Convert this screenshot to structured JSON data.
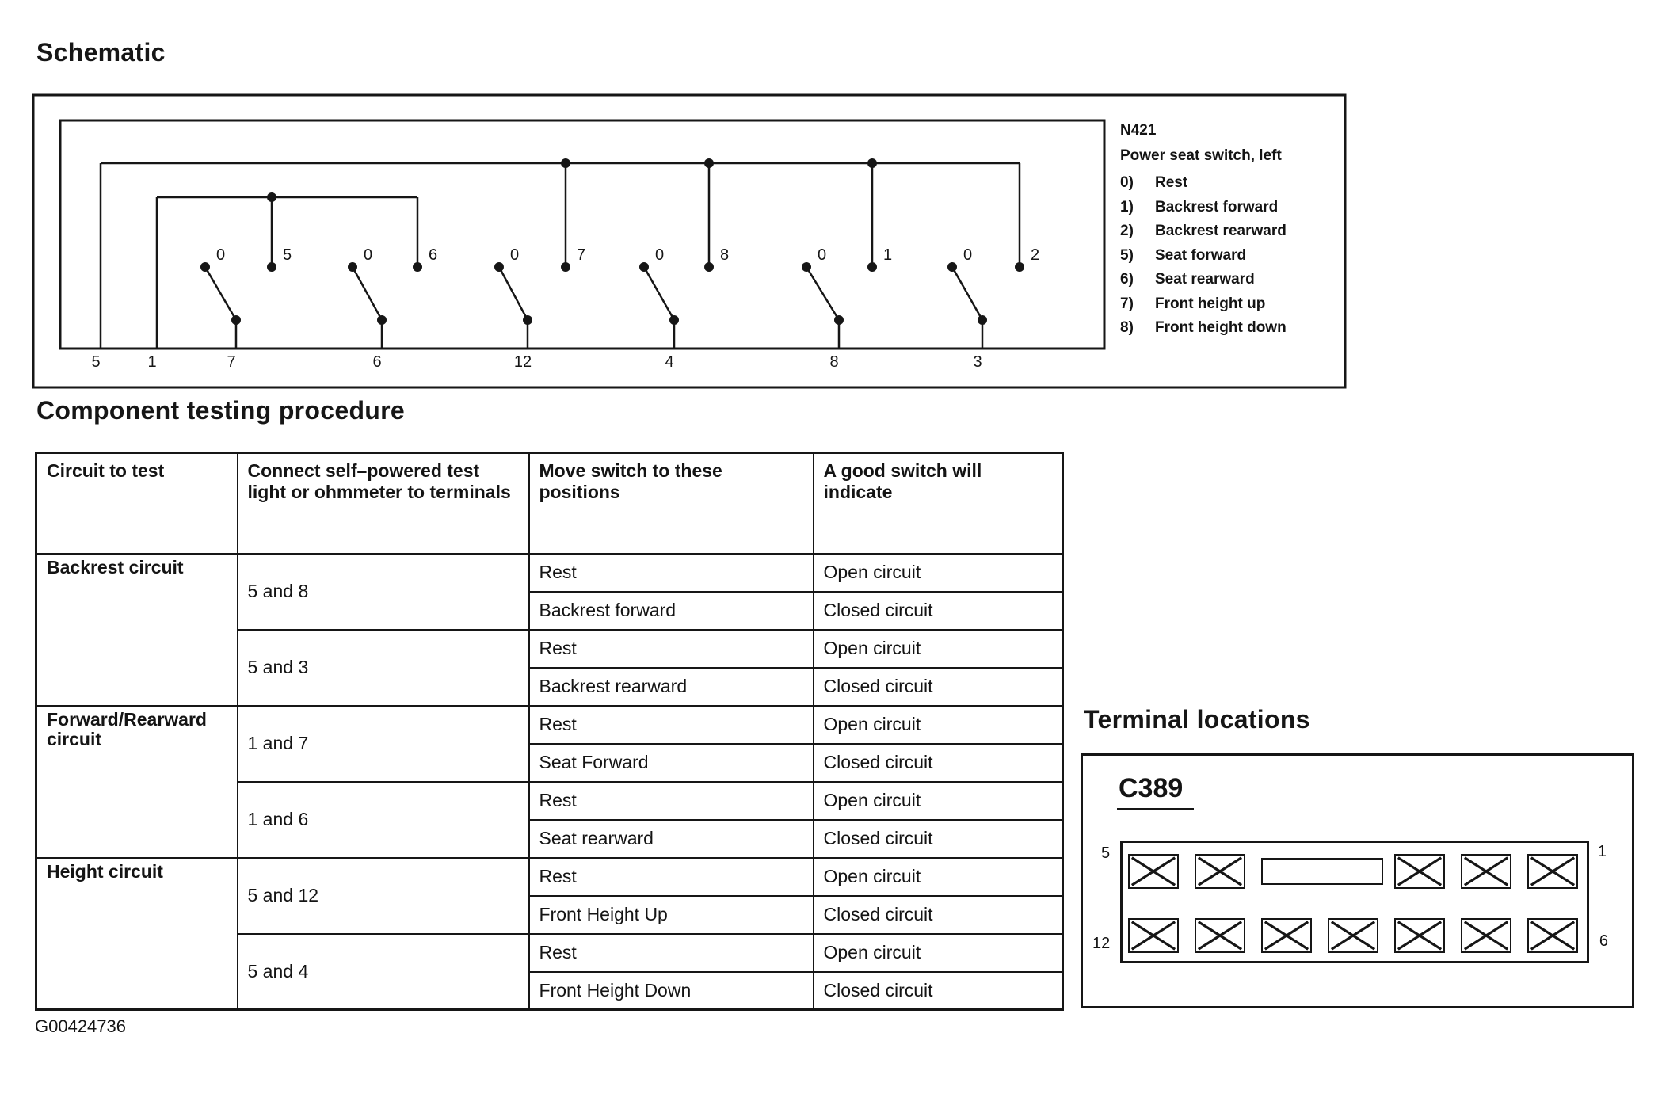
{
  "page": {
    "schematic_title": "Schematic",
    "testing_title": "Component testing procedure",
    "terminal_title": "Terminal locations",
    "figure_id": "G00424736"
  },
  "schematic": {
    "legend": {
      "code": "N421",
      "name": "Power seat switch, left",
      "items": [
        {
          "num": "0)",
          "label": "Rest"
        },
        {
          "num": "1)",
          "label": "Backrest forward"
        },
        {
          "num": "2)",
          "label": "Backrest rearward"
        },
        {
          "num": "5)",
          "label": "Seat forward"
        },
        {
          "num": "6)",
          "label": "Seat rearward"
        },
        {
          "num": "7)",
          "label": "Front height up"
        },
        {
          "num": "8)",
          "label": "Front height down"
        }
      ]
    },
    "contact_labels": [
      "0",
      "5",
      "0",
      "6",
      "0",
      "7",
      "0",
      "8",
      "0",
      "1",
      "0",
      "2"
    ],
    "bottom_terminals": [
      "5",
      "1",
      "7",
      "6",
      "12",
      "4",
      "8",
      "3"
    ]
  },
  "testing": {
    "headers": [
      "Circuit to test",
      "Connect self–powered test light or ohmmeter to terminals",
      "Move switch to these positions",
      "A good switch will indicate"
    ],
    "groups": [
      {
        "circuit": "Backrest circuit",
        "subs": [
          {
            "terminals": "5 and 8",
            "rows": [
              {
                "position": "Rest",
                "result": "Open circuit"
              },
              {
                "position": "Backrest forward",
                "result": "Closed circuit"
              }
            ]
          },
          {
            "terminals": "5 and 3",
            "rows": [
              {
                "position": "Rest",
                "result": "Open circuit"
              },
              {
                "position": "Backrest rearward",
                "result": "Closed circuit"
              }
            ]
          }
        ]
      },
      {
        "circuit": "Forward/Rearward circuit",
        "subs": [
          {
            "terminals": "1 and 7",
            "rows": [
              {
                "position": "Rest",
                "result": "Open circuit"
              },
              {
                "position": "Seat Forward",
                "result": "Closed circuit"
              }
            ]
          },
          {
            "terminals": "1 and 6",
            "rows": [
              {
                "position": "Rest",
                "result": "Open circuit"
              },
              {
                "position": "Seat rearward",
                "result": "Closed circuit"
              }
            ]
          }
        ]
      },
      {
        "circuit": "Height circuit",
        "subs": [
          {
            "terminals": "5 and 12",
            "rows": [
              {
                "position": "Rest",
                "result": "Open circuit"
              },
              {
                "position": "Front Height Up",
                "result": "Closed circuit"
              }
            ]
          },
          {
            "terminals": "5 and 4",
            "rows": [
              {
                "position": "Rest",
                "result": "Open circuit"
              },
              {
                "position": "Front Height Down",
                "result": "Closed circuit"
              }
            ]
          }
        ]
      }
    ]
  },
  "terminal_locations": {
    "connector": "C389",
    "corner_labels": {
      "top_left": "5",
      "top_right": "1",
      "bottom_left": "12",
      "bottom_right": "6"
    },
    "top_row": [
      "x",
      "x",
      "blank",
      "x",
      "x",
      "x"
    ],
    "bottom_row": [
      "x",
      "x",
      "x",
      "x",
      "x",
      "x",
      "x"
    ]
  }
}
